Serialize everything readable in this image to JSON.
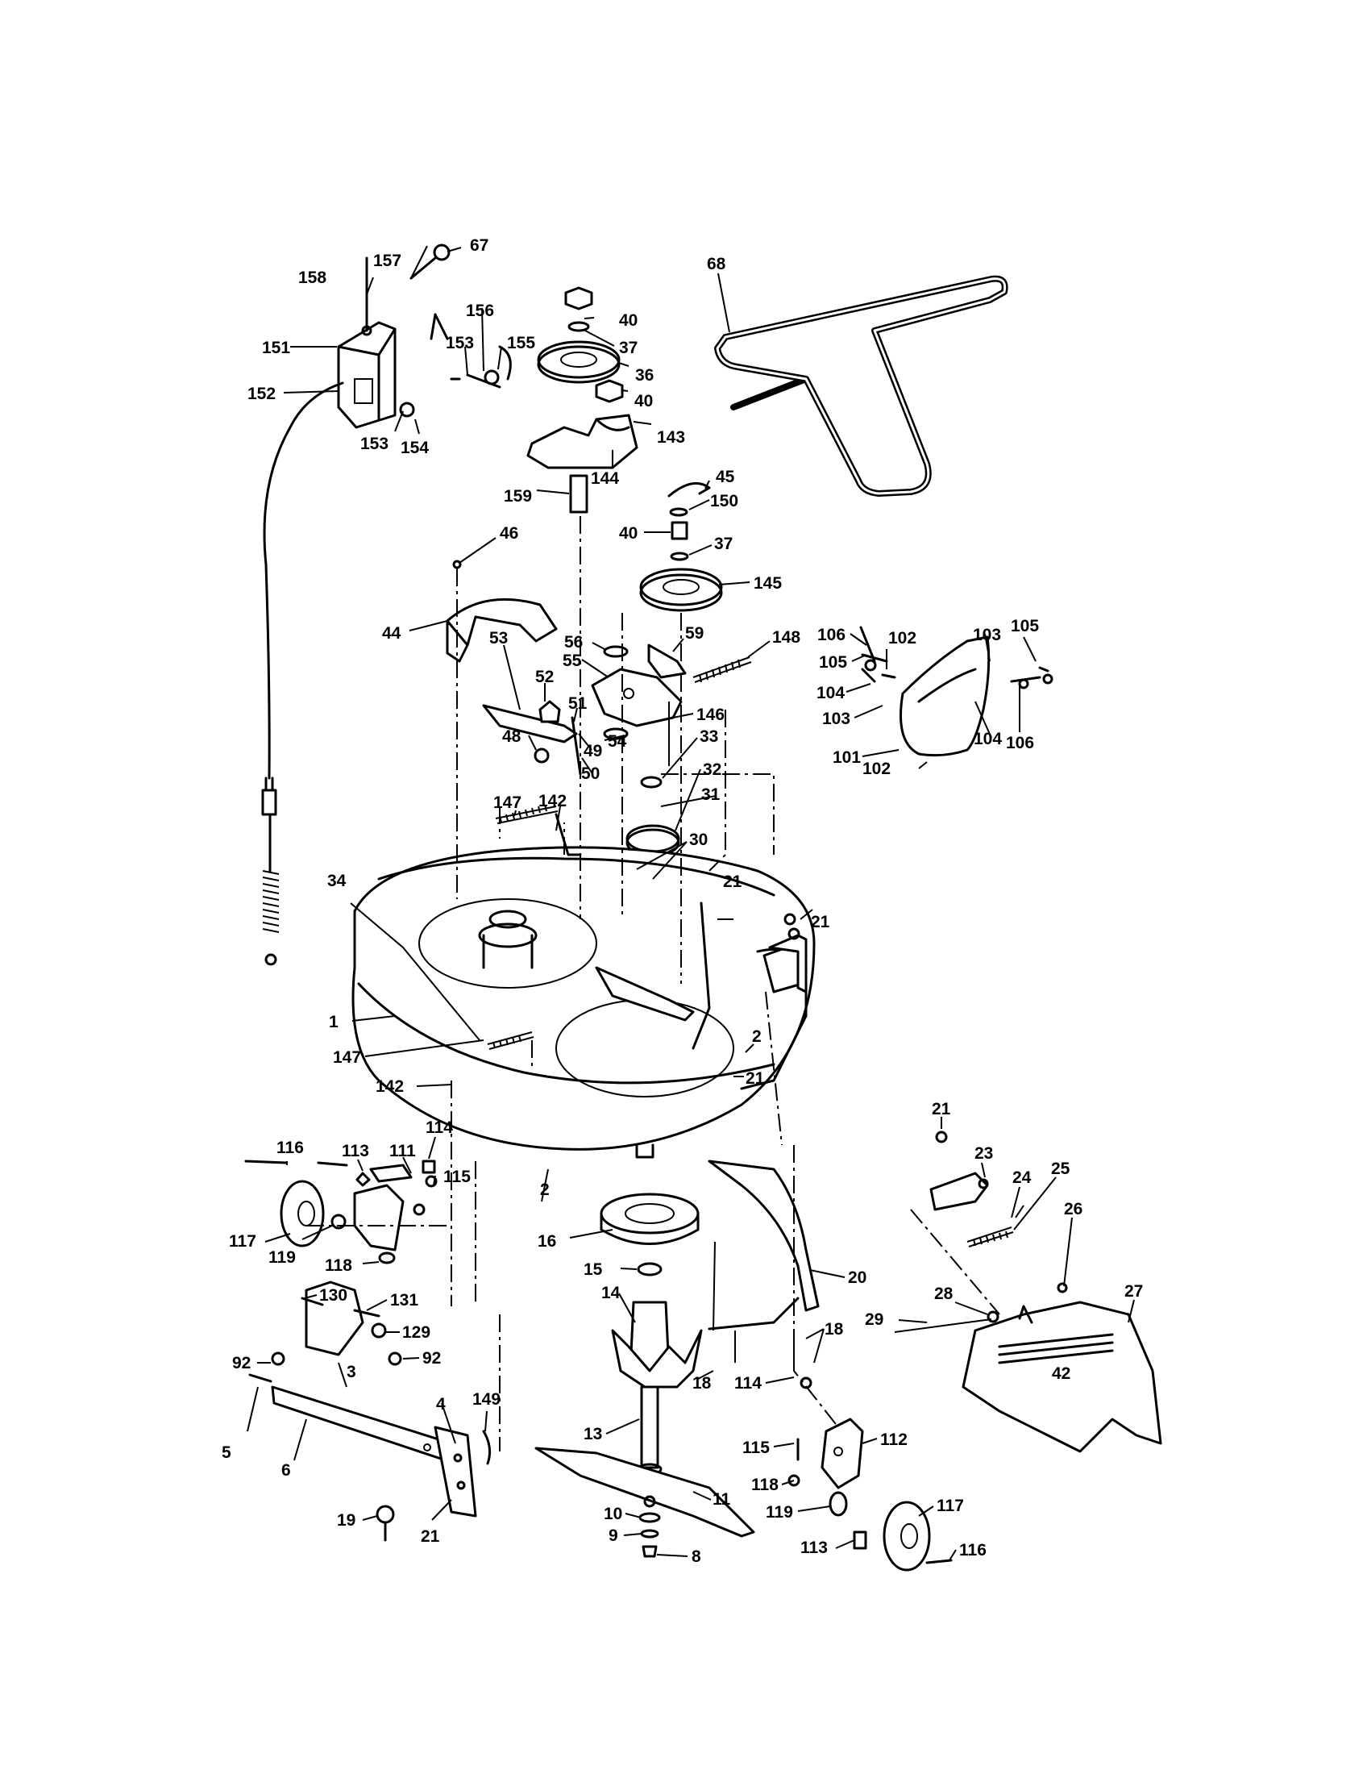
{
  "diagram": {
    "callouts": [
      {
        "id": "c67",
        "text": "67"
      },
      {
        "id": "c157",
        "text": "157"
      },
      {
        "id": "c158",
        "text": "158"
      },
      {
        "id": "c156",
        "text": "156"
      },
      {
        "id": "c151",
        "text": "151"
      },
      {
        "id": "c153a",
        "text": "153"
      },
      {
        "id": "c155",
        "text": "155"
      },
      {
        "id": "c152",
        "text": "152"
      },
      {
        "id": "c153b",
        "text": "153"
      },
      {
        "id": "c154",
        "text": "154"
      },
      {
        "id": "c40a",
        "text": "40"
      },
      {
        "id": "c37a",
        "text": "37"
      },
      {
        "id": "c36",
        "text": "36"
      },
      {
        "id": "c40b",
        "text": "40"
      },
      {
        "id": "c143",
        "text": "143"
      },
      {
        "id": "c144",
        "text": "144"
      },
      {
        "id": "c159",
        "text": "159"
      },
      {
        "id": "c68",
        "text": "68"
      },
      {
        "id": "c45",
        "text": "45"
      },
      {
        "id": "c150",
        "text": "150"
      },
      {
        "id": "c40c",
        "text": "40"
      },
      {
        "id": "c37b",
        "text": "37"
      },
      {
        "id": "c145",
        "text": "145"
      },
      {
        "id": "c46",
        "text": "46"
      },
      {
        "id": "c44",
        "text": "44"
      },
      {
        "id": "c56",
        "text": "56"
      },
      {
        "id": "c59",
        "text": "59"
      },
      {
        "id": "c148",
        "text": "148"
      },
      {
        "id": "c53",
        "text": "53"
      },
      {
        "id": "c52",
        "text": "52"
      },
      {
        "id": "c55",
        "text": "55"
      },
      {
        "id": "c51",
        "text": "51"
      },
      {
        "id": "c146",
        "text": "146"
      },
      {
        "id": "c48",
        "text": "48"
      },
      {
        "id": "c54",
        "text": "54"
      },
      {
        "id": "c33",
        "text": "33"
      },
      {
        "id": "c49",
        "text": "49"
      },
      {
        "id": "c50",
        "text": "50"
      },
      {
        "id": "c32",
        "text": "32"
      },
      {
        "id": "c31",
        "text": "31"
      },
      {
        "id": "c147a",
        "text": "147"
      },
      {
        "id": "c142a",
        "text": "142"
      },
      {
        "id": "c30",
        "text": "30"
      },
      {
        "id": "c106a",
        "text": "106"
      },
      {
        "id": "c105a",
        "text": "105"
      },
      {
        "id": "c102a",
        "text": "102"
      },
      {
        "id": "c103a",
        "text": "103"
      },
      {
        "id": "c105b",
        "text": "105"
      },
      {
        "id": "c104a",
        "text": "104"
      },
      {
        "id": "c103b",
        "text": "103"
      },
      {
        "id": "c104b",
        "text": "104"
      },
      {
        "id": "c106b",
        "text": "106"
      },
      {
        "id": "c101",
        "text": "101"
      },
      {
        "id": "c102b",
        "text": "102"
      },
      {
        "id": "c34",
        "text": "34"
      },
      {
        "id": "c21a",
        "text": "21"
      },
      {
        "id": "c21b",
        "text": "21"
      },
      {
        "id": "c1",
        "text": "1"
      },
      {
        "id": "c147b",
        "text": "147"
      },
      {
        "id": "c2a",
        "text": "2"
      },
      {
        "id": "c21c",
        "text": "21"
      },
      {
        "id": "c142b",
        "text": "142"
      },
      {
        "id": "c21d",
        "text": "21"
      },
      {
        "id": "c23",
        "text": "23"
      },
      {
        "id": "c24",
        "text": "24"
      },
      {
        "id": "c25",
        "text": "25"
      },
      {
        "id": "c26",
        "text": "26"
      },
      {
        "id": "c116a",
        "text": "116"
      },
      {
        "id": "c113a",
        "text": "113"
      },
      {
        "id": "c111",
        "text": "111"
      },
      {
        "id": "c114a",
        "text": "114"
      },
      {
        "id": "c115a",
        "text": "115"
      },
      {
        "id": "c2b",
        "text": "2"
      },
      {
        "id": "c117a",
        "text": "117"
      },
      {
        "id": "c119a",
        "text": "119"
      },
      {
        "id": "c118a",
        "text": "118"
      },
      {
        "id": "c16",
        "text": "16"
      },
      {
        "id": "c15",
        "text": "15"
      },
      {
        "id": "c14",
        "text": "14"
      },
      {
        "id": "c20",
        "text": "20"
      },
      {
        "id": "c28",
        "text": "28"
      },
      {
        "id": "c29",
        "text": "29"
      },
      {
        "id": "c27",
        "text": "27"
      },
      {
        "id": "c130",
        "text": "130"
      },
      {
        "id": "c131",
        "text": "131"
      },
      {
        "id": "c129",
        "text": "129"
      },
      {
        "id": "c92a",
        "text": "92"
      },
      {
        "id": "c92b",
        "text": "92"
      },
      {
        "id": "c3",
        "text": "3"
      },
      {
        "id": "c18a",
        "text": "18"
      },
      {
        "id": "c18b",
        "text": "18"
      },
      {
        "id": "c114b",
        "text": "114"
      },
      {
        "id": "c4",
        "text": "4"
      },
      {
        "id": "c149",
        "text": "149"
      },
      {
        "id": "c13",
        "text": "13"
      },
      {
        "id": "c5",
        "text": "5"
      },
      {
        "id": "c6",
        "text": "6"
      },
      {
        "id": "c112",
        "text": "112"
      },
      {
        "id": "c115b",
        "text": "115"
      },
      {
        "id": "c11",
        "text": "11"
      },
      {
        "id": "c118b",
        "text": "118"
      },
      {
        "id": "c19",
        "text": "19"
      },
      {
        "id": "c21e",
        "text": "21"
      },
      {
        "id": "c119b",
        "text": "119"
      },
      {
        "id": "c117b",
        "text": "117"
      },
      {
        "id": "c10",
        "text": "10"
      },
      {
        "id": "c9",
        "text": "9"
      },
      {
        "id": "c113b",
        "text": "113"
      },
      {
        "id": "c116b",
        "text": "116"
      },
      {
        "id": "c8",
        "text": "8"
      }
    ]
  }
}
